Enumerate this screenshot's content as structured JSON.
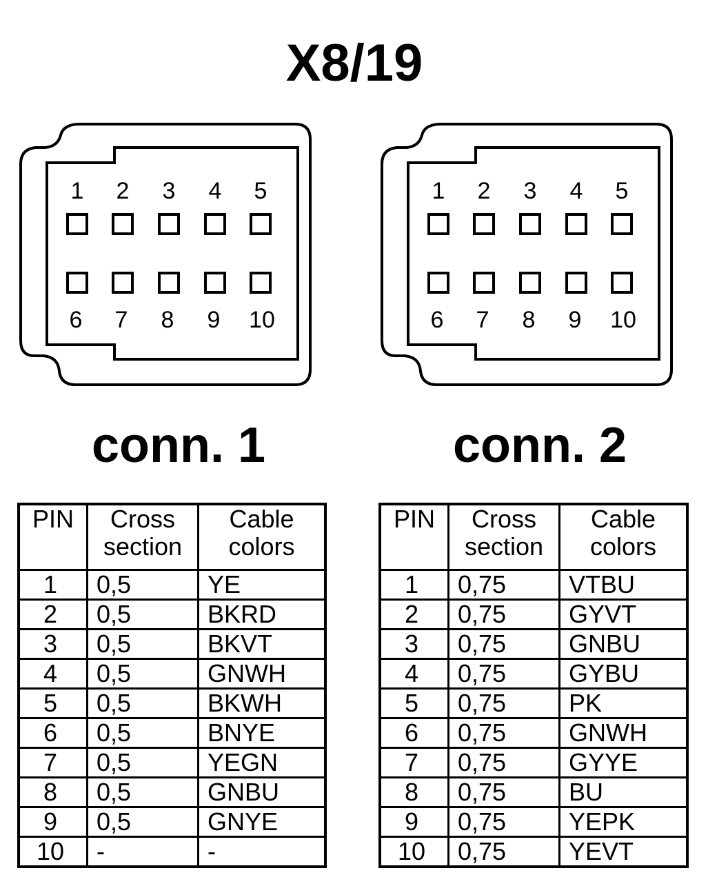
{
  "title": "X8/19",
  "connectors": [
    {
      "label": "conn. 1",
      "top_pins": [
        "1",
        "2",
        "3",
        "4",
        "5"
      ],
      "bottom_pins": [
        "6",
        "7",
        "8",
        "9",
        "10"
      ],
      "table": {
        "headers": [
          "PIN",
          "Cross\nsection",
          "Cable\ncolors"
        ],
        "rows": [
          [
            "1",
            "0,5",
            "YE"
          ],
          [
            "2",
            "0,5",
            "BKRD"
          ],
          [
            "3",
            "0,5",
            "BKVT"
          ],
          [
            "4",
            "0,5",
            "GNWH"
          ],
          [
            "5",
            "0,5",
            "BKWH"
          ],
          [
            "6",
            "0,5",
            "BNYE"
          ],
          [
            "7",
            "0,5",
            "YEGN"
          ],
          [
            "8",
            "0,5",
            "GNBU"
          ],
          [
            "9",
            "0,5",
            "GNYE"
          ],
          [
            "10",
            "-",
            "-"
          ]
        ]
      }
    },
    {
      "label": "conn. 2",
      "top_pins": [
        "1",
        "2",
        "3",
        "4",
        "5"
      ],
      "bottom_pins": [
        "6",
        "7",
        "8",
        "9",
        "10"
      ],
      "table": {
        "headers": [
          "PIN",
          "Cross\nsection",
          "Cable\ncolors"
        ],
        "rows": [
          [
            "1",
            "0,75",
            "VTBU"
          ],
          [
            "2",
            "0,75",
            "GYVT"
          ],
          [
            "3",
            "0,75",
            "GNBU"
          ],
          [
            "4",
            "0,75",
            "GYBU"
          ],
          [
            "5",
            "0,75",
            "PK"
          ],
          [
            "6",
            "0,75",
            "GNWH"
          ],
          [
            "7",
            "0,75",
            "GYYE"
          ],
          [
            "8",
            "0,75",
            "BU"
          ],
          [
            "9",
            "0,75",
            "YEPK"
          ],
          [
            "10",
            "0,75",
            "YEVT"
          ]
        ]
      }
    }
  ]
}
